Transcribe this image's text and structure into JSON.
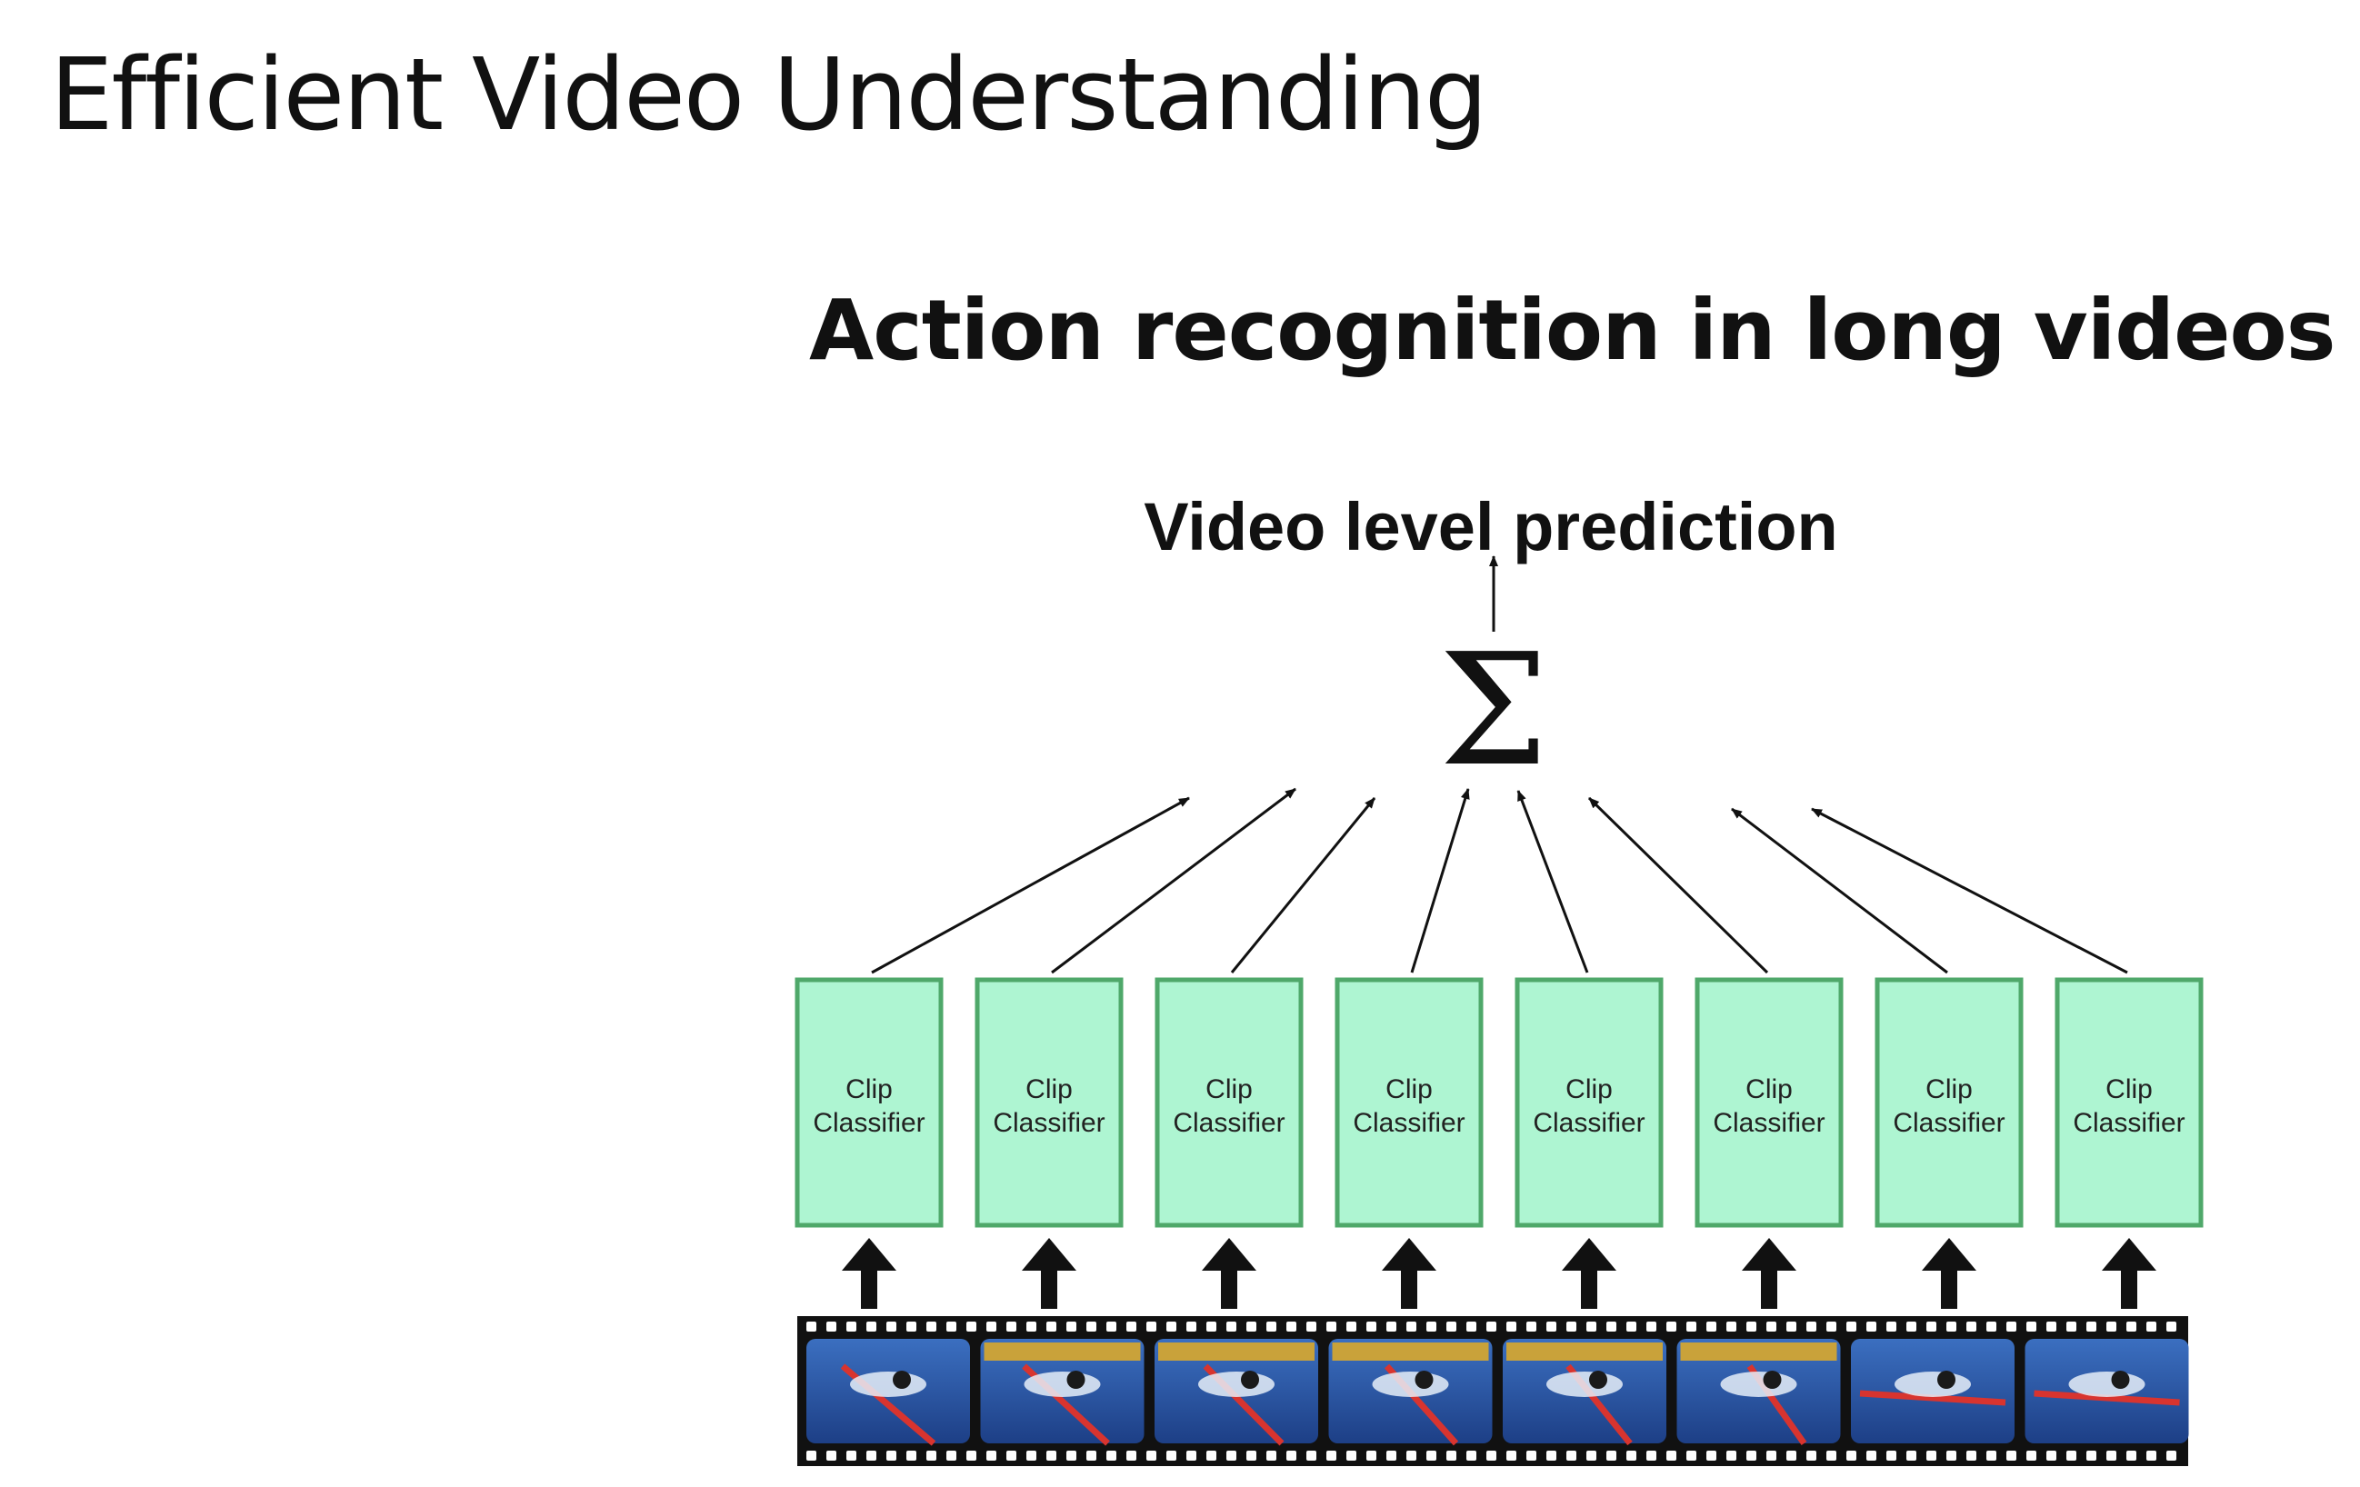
{
  "slide": {
    "title": "Efficient Video Understanding",
    "subtitle": "Action recognition in long videos"
  },
  "diagram": {
    "output_label": "Video level prediction",
    "aggregator_symbol": "Σ",
    "clip_classifiers": [
      {
        "line1": "Clip",
        "line2": "Classifier"
      },
      {
        "line1": "Clip",
        "line2": "Classifier"
      },
      {
        "line1": "Clip",
        "line2": "Classifier"
      },
      {
        "line1": "Clip",
        "line2": "Classifier"
      },
      {
        "line1": "Clip",
        "line2": "Classifier"
      },
      {
        "line1": "Clip",
        "line2": "Classifier"
      },
      {
        "line1": "Clip",
        "line2": "Classifier"
      },
      {
        "line1": "Clip",
        "line2": "Classifier"
      }
    ],
    "filmstrip": {
      "frame_count": 8,
      "content": "swimmer video frames"
    },
    "colors": {
      "classifier_fill": "#aef5d2",
      "classifier_border": "#4fa86a",
      "water": "#2c5aa8",
      "lane_rope": "#d8342f"
    }
  }
}
